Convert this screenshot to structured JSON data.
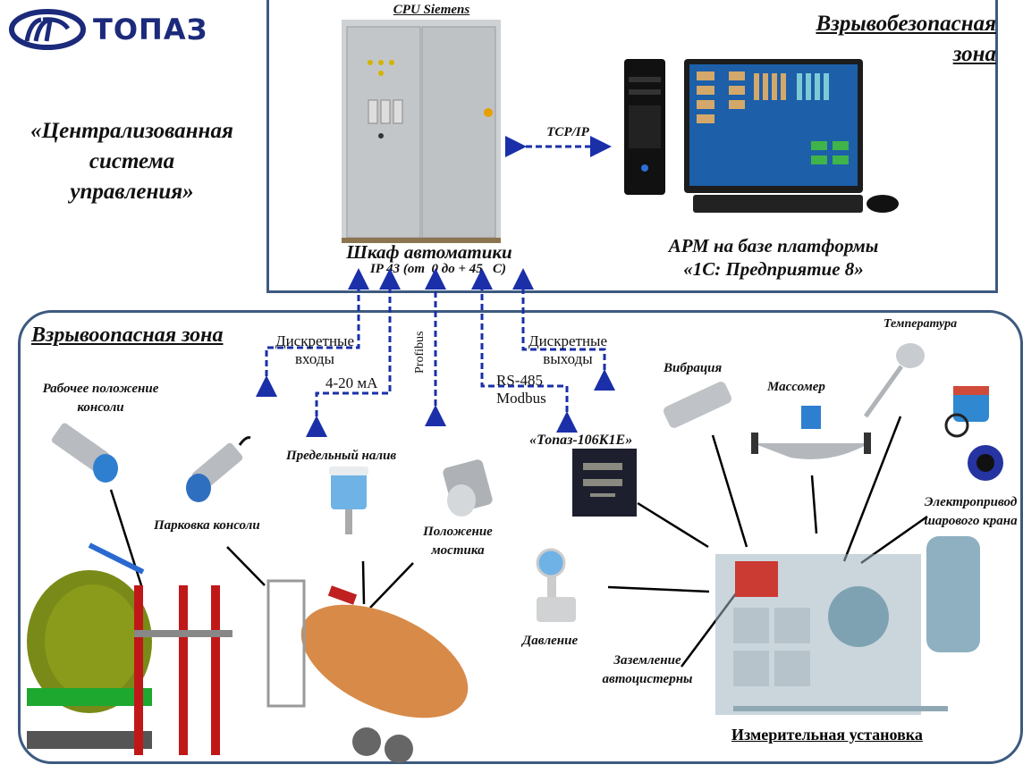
{
  "logo": {
    "text": "ТОПАЗ",
    "color": "#1b2a7a"
  },
  "title": {
    "lines": [
      "«Централизованная",
      "система",
      "управления»"
    ]
  },
  "safe_zone": {
    "title_lines": [
      "Взрывобезопасная",
      "зона"
    ],
    "cabinet": {
      "top_label": "CPU Siemens",
      "name": "Шкаф автоматики",
      "spec": "IP 43 (от  0 до + 45   С)"
    },
    "link_label": "TCP/IP",
    "workstation": {
      "lines": [
        "АРМ на базе платформы",
        "«1С: Предприятие 8»"
      ]
    }
  },
  "hazard_zone": {
    "title": "Взрывоопасная зона",
    "signals": {
      "discrete_in": [
        "Дискретные",
        "входы"
      ],
      "analog": "4-20 мА",
      "profibus": "Profibus",
      "rs485": [
        "RS-485",
        "Modbus"
      ],
      "discrete_out": [
        "Дискретные",
        "выходы"
      ]
    },
    "devices": {
      "console_work": [
        "Рабочее положение",
        "консоли"
      ],
      "console_park": "Парковка консоли",
      "overfill": "Предельный налив",
      "bridge_pos": [
        "Положение",
        "мостика"
      ],
      "controller": "«Топаз-106К1Е»",
      "vibration": "Вибрация",
      "massmeter": "Массомер",
      "temperature": "Температура",
      "valve_drive": [
        "Электропривод",
        "шарового крана"
      ],
      "pressure": "Давление",
      "grounding": [
        "Заземление",
        "автоцистерны"
      ],
      "unit": "Измерительная установка"
    }
  },
  "colors": {
    "border": "#3d5a80",
    "signal": "#1a2fa8"
  }
}
